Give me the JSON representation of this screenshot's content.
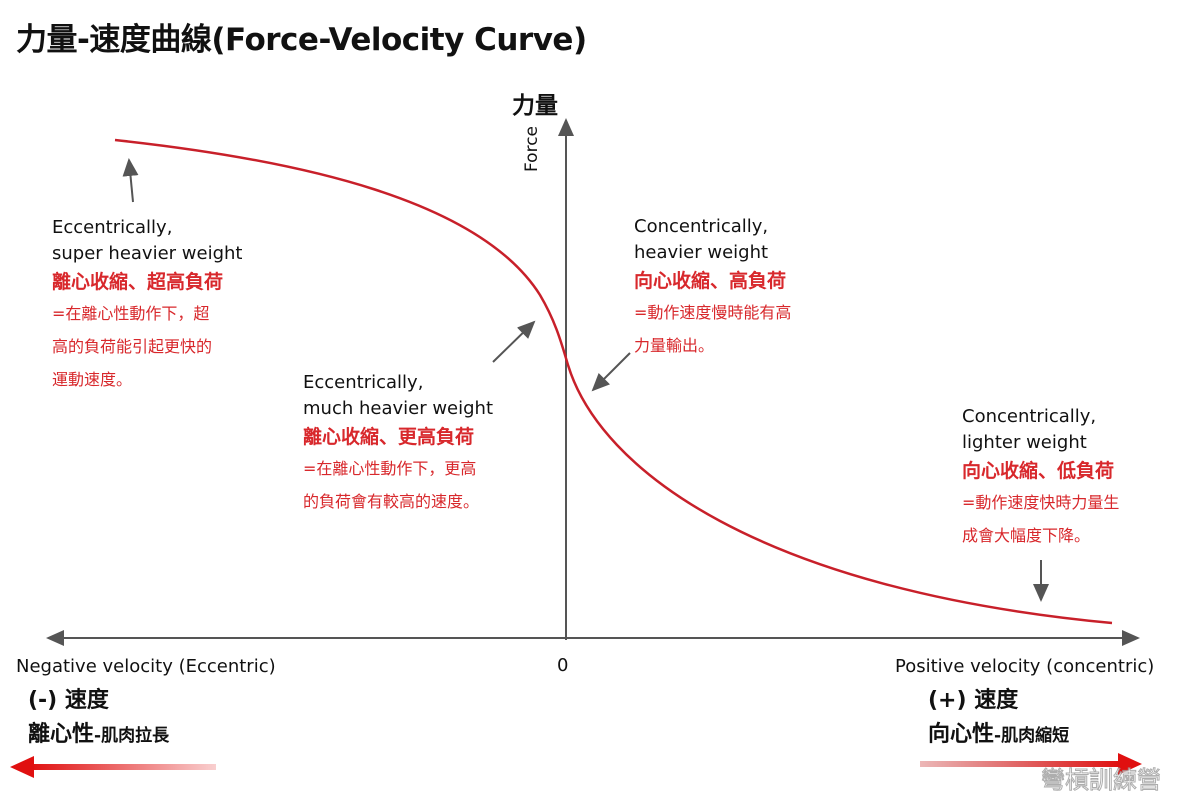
{
  "title": "力量-速度曲線(Force-Velocity Curve)",
  "y_axis": {
    "label_zh": "力量",
    "label_en": "Force"
  },
  "x_axis": {
    "origin": "0",
    "negative_label": "Negative velocity (Eccentric)",
    "positive_label": "Positive velocity (concentric)"
  },
  "annotations": [
    {
      "en1": "Eccentrically,",
      "en2": "super heavier weight",
      "zh_head": "離心收縮、超高負荷",
      "zh_lines": [
        "=在離心性動作下，超",
        "高的負荷能引起更快的",
        "運動速度。"
      ]
    },
    {
      "en1": "Eccentrically,",
      "en2": "much heavier weight",
      "zh_head": "離心收縮、更高負荷",
      "zh_lines": [
        "=在離心性動作下，更高",
        "的負荷會有較高的速度。"
      ]
    },
    {
      "en1": "Concentrically,",
      "en2": "heavier weight",
      "zh_head": "向心收縮、高負荷",
      "zh_lines": [
        "=動作速度慢時能有高",
        "力量輸出。"
      ]
    },
    {
      "en1": "Concentrically,",
      "en2": "lighter weight",
      "zh_head": "向心收縮、低負荷",
      "zh_lines": [
        "=動作速度快時力量生",
        "成會大幅度下降。"
      ]
    }
  ],
  "left_legend": {
    "line1": "(-) 速度",
    "line2_big": "離心性",
    "line2_small": "-肌肉拉長"
  },
  "right_legend": {
    "line1": "(+) 速度",
    "line2_big": "向心性",
    "line2_small": "-肌肉縮短"
  },
  "watermark": "彎槓訓練營",
  "colors": {
    "curve": "#c8202a",
    "accent_text": "#d8282c",
    "axis": "#555555"
  }
}
